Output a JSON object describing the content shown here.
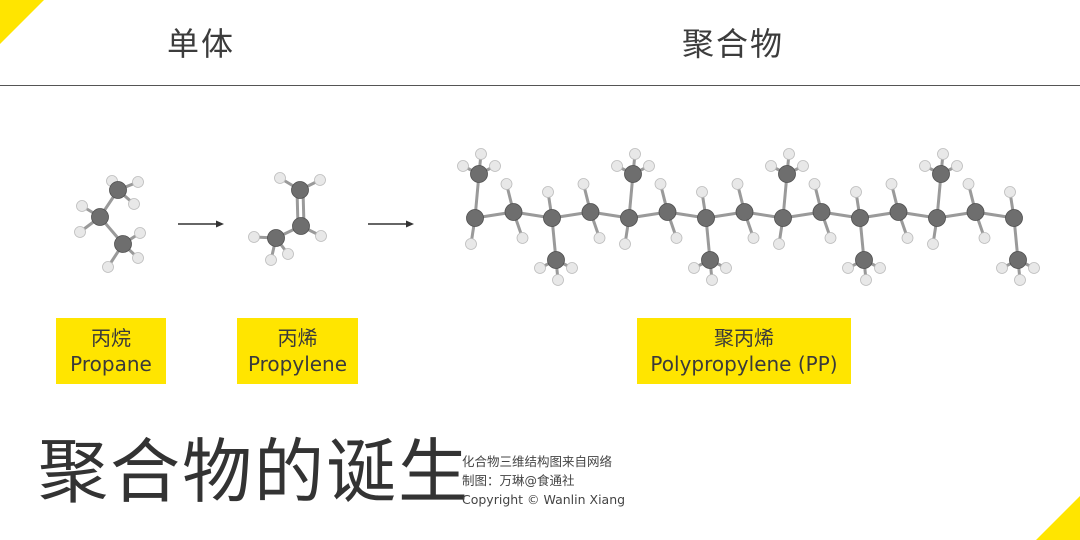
{
  "header": {
    "monomer_title": "单体",
    "polymer_title": "聚合物"
  },
  "labels": {
    "propane": {
      "zh": "丙烷",
      "en": "Propane"
    },
    "propylene": {
      "zh": "丙烯",
      "en": "Propylene"
    },
    "polypropylene": {
      "zh": "聚丙烯",
      "en": "Polypropylene (PP)"
    }
  },
  "footer": {
    "main_title": "聚合物的诞生",
    "credit_1": "化合物三维结构图来自网络",
    "credit_2": "制图：万琳@食通社",
    "credit_3": "Copyright © Wanlin Xiang"
  },
  "colors": {
    "accent_yellow": "#ffe500",
    "carbon": "#6e6e6e",
    "hydrogen": "#e8e8e8",
    "bond": "#9a9a9a",
    "text_dark": "#333333"
  }
}
